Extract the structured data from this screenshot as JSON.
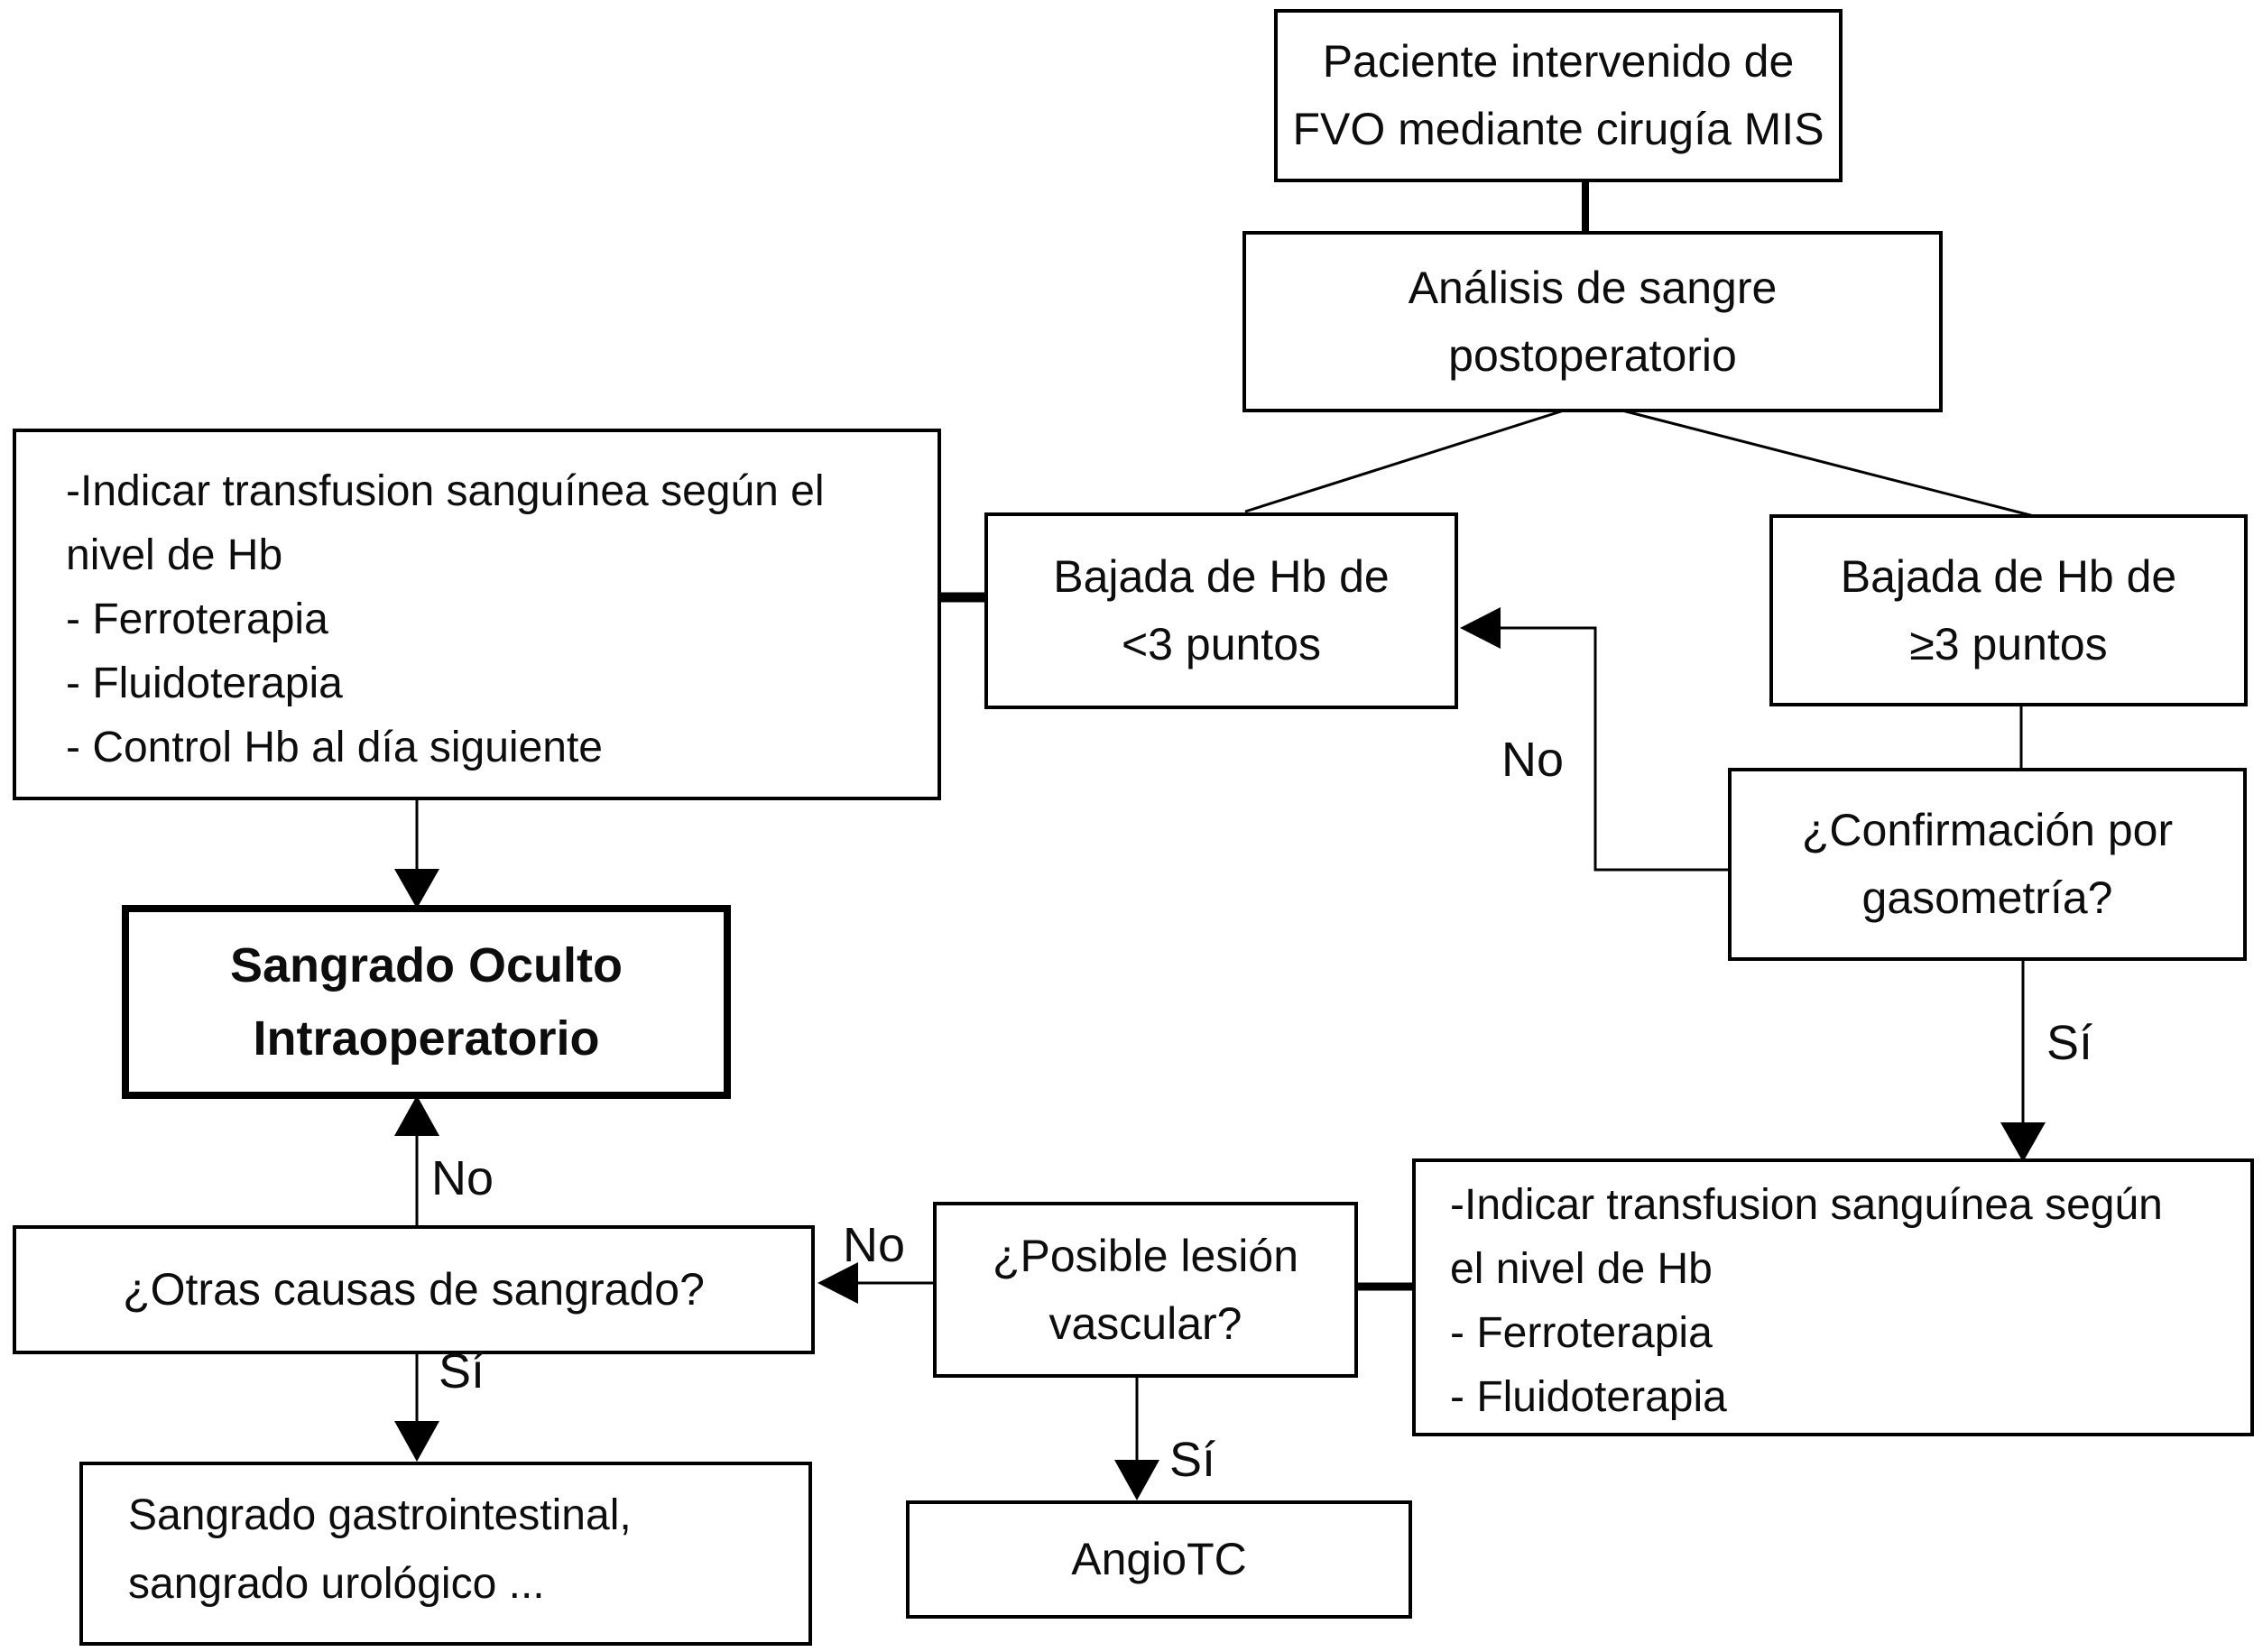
{
  "colors": {
    "background": "#ffffff",
    "line": "#000000",
    "text": "#0d0d0d"
  },
  "nodes": {
    "paciente": {
      "line1": "Paciente intervenido de",
      "line2": "FVO mediante cirugía MIS"
    },
    "analisis": {
      "line1": "Análisis de sangre",
      "line2": "postoperatorio"
    },
    "bajada_menor": {
      "line1": "Bajada de Hb de",
      "line2": "<3 puntos"
    },
    "bajada_mayor": {
      "line1": "Bajada de Hb de",
      "line2": "≥3 puntos"
    },
    "tratamiento_menor": {
      "line1": "-Indicar transfusion sanguínea según el",
      "line2": "nivel de Hb",
      "line3": "- Ferroterapia",
      "line4": "- Fluidoterapia",
      "line5": "- Control Hb al día siguiente"
    },
    "confirmacion": {
      "line1": "¿Confirmación por",
      "line2": "gasometría?"
    },
    "sangrado_oculto": {
      "line1": "Sangrado Oculto",
      "line2": "Intraoperatorio"
    },
    "tratamiento_mayor": {
      "line1": "-Indicar transfusion sanguínea según",
      "line2": "el nivel de Hb",
      "line3": "- Ferroterapia",
      "line4": "- Fluidoterapia"
    },
    "posible_lesion": {
      "line1": "¿Posible lesión",
      "line2": "vascular?"
    },
    "otras_causas": {
      "line1": "¿Otras causas de sangrado?"
    },
    "sangrado_gastro": {
      "line1": "Sangrado gastrointestinal,",
      "line2": "sangrado urológico ..."
    },
    "angiotc": {
      "line1": "AngioTC"
    }
  },
  "edge_labels": {
    "confirmacion_no": "No",
    "confirmacion_si": "Sí",
    "oculto_no": "No",
    "otras_si": "Sí",
    "lesion_no": "No",
    "lesion_si": "Sí"
  }
}
